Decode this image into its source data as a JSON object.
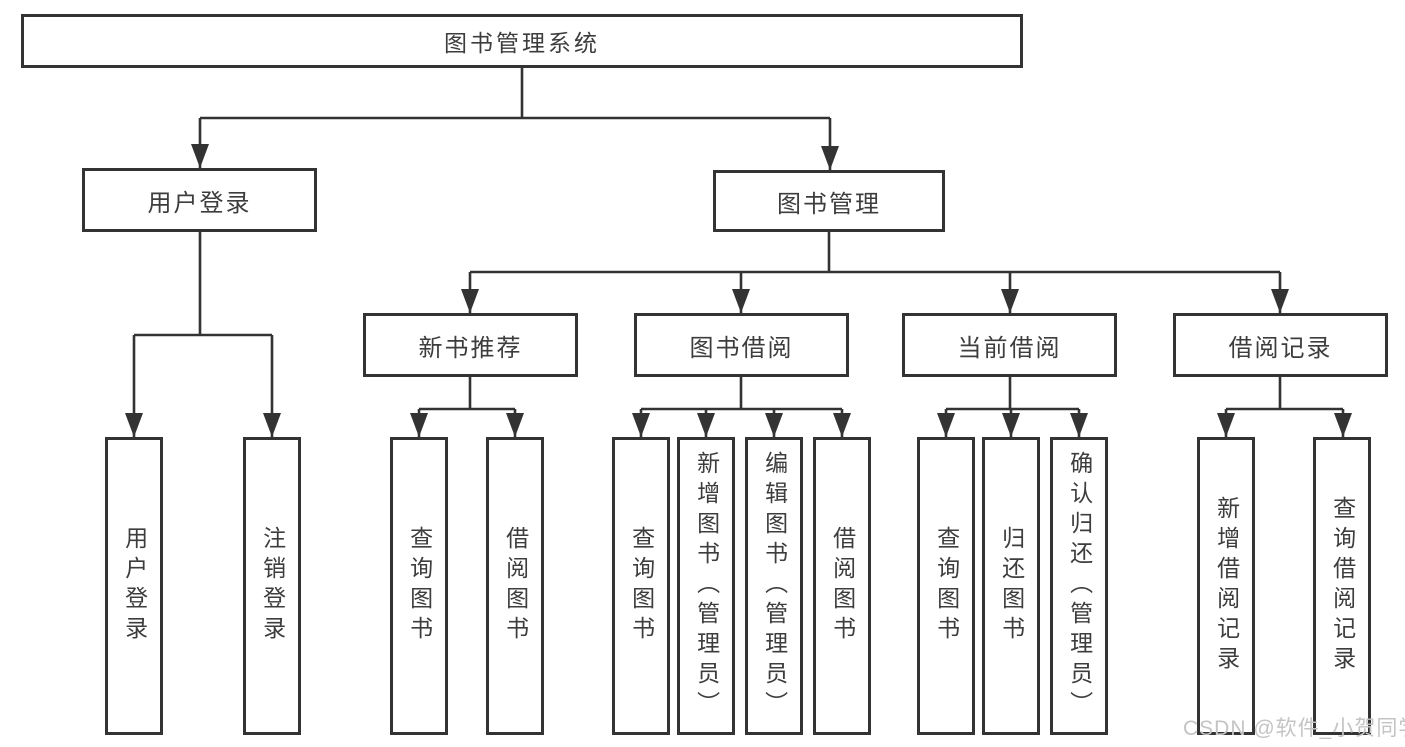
{
  "diagram": {
    "root": {
      "label": "图书管理系统"
    },
    "level2": [
      {
        "id": "user-login",
        "label": "用户登录",
        "parent": "图书管理系统"
      },
      {
        "id": "book-management",
        "label": "图书管理",
        "parent": "图书管理系统"
      }
    ],
    "level3": [
      {
        "id": "new-book-recommend",
        "label": "新书推荐",
        "parent": "图书管理"
      },
      {
        "id": "book-borrow",
        "label": "图书借阅",
        "parent": "图书管理"
      },
      {
        "id": "current-borrow",
        "label": "当前借阅",
        "parent": "图书管理"
      },
      {
        "id": "borrow-records",
        "label": "借阅记录",
        "parent": "图书管理"
      }
    ],
    "leaves": [
      {
        "id": "user-login-leaf",
        "label": "用户登录",
        "parent": "用户登录"
      },
      {
        "id": "logout",
        "label": "注销登录",
        "parent": "用户登录"
      },
      {
        "id": "query-books-rec",
        "label": "查询图书",
        "parent": "新书推荐"
      },
      {
        "id": "borrow-books-rec",
        "label": "借阅图书",
        "parent": "新书推荐"
      },
      {
        "id": "query-books-borrow",
        "label": "查询图书",
        "parent": "图书借阅"
      },
      {
        "id": "add-book-admin",
        "label": "新增图书（管理员）",
        "parent": "图书借阅"
      },
      {
        "id": "edit-book-admin",
        "label": "编辑图书（管理员）",
        "parent": "图书借阅"
      },
      {
        "id": "borrow-books-borrow",
        "label": "借阅图书",
        "parent": "图书借阅"
      },
      {
        "id": "query-books-current",
        "label": "查询图书",
        "parent": "当前借阅"
      },
      {
        "id": "return-book",
        "label": "归还图书",
        "parent": "当前借阅"
      },
      {
        "id": "confirm-return-admin",
        "label": "确认归还（管理员）",
        "parent": "当前借阅"
      },
      {
        "id": "add-borrow-record",
        "label": "新增借阅记录",
        "parent": "借阅记录"
      },
      {
        "id": "query-borrow-record",
        "label": "查询借阅记录",
        "parent": "借阅记录"
      }
    ],
    "watermark": "CSDN @软件_小贺同学",
    "colors": {
      "line": "#333333",
      "box_border": "#333333",
      "text": "#3d3d3d",
      "watermark": "#c4c4c4",
      "background": "#ffffff"
    }
  }
}
